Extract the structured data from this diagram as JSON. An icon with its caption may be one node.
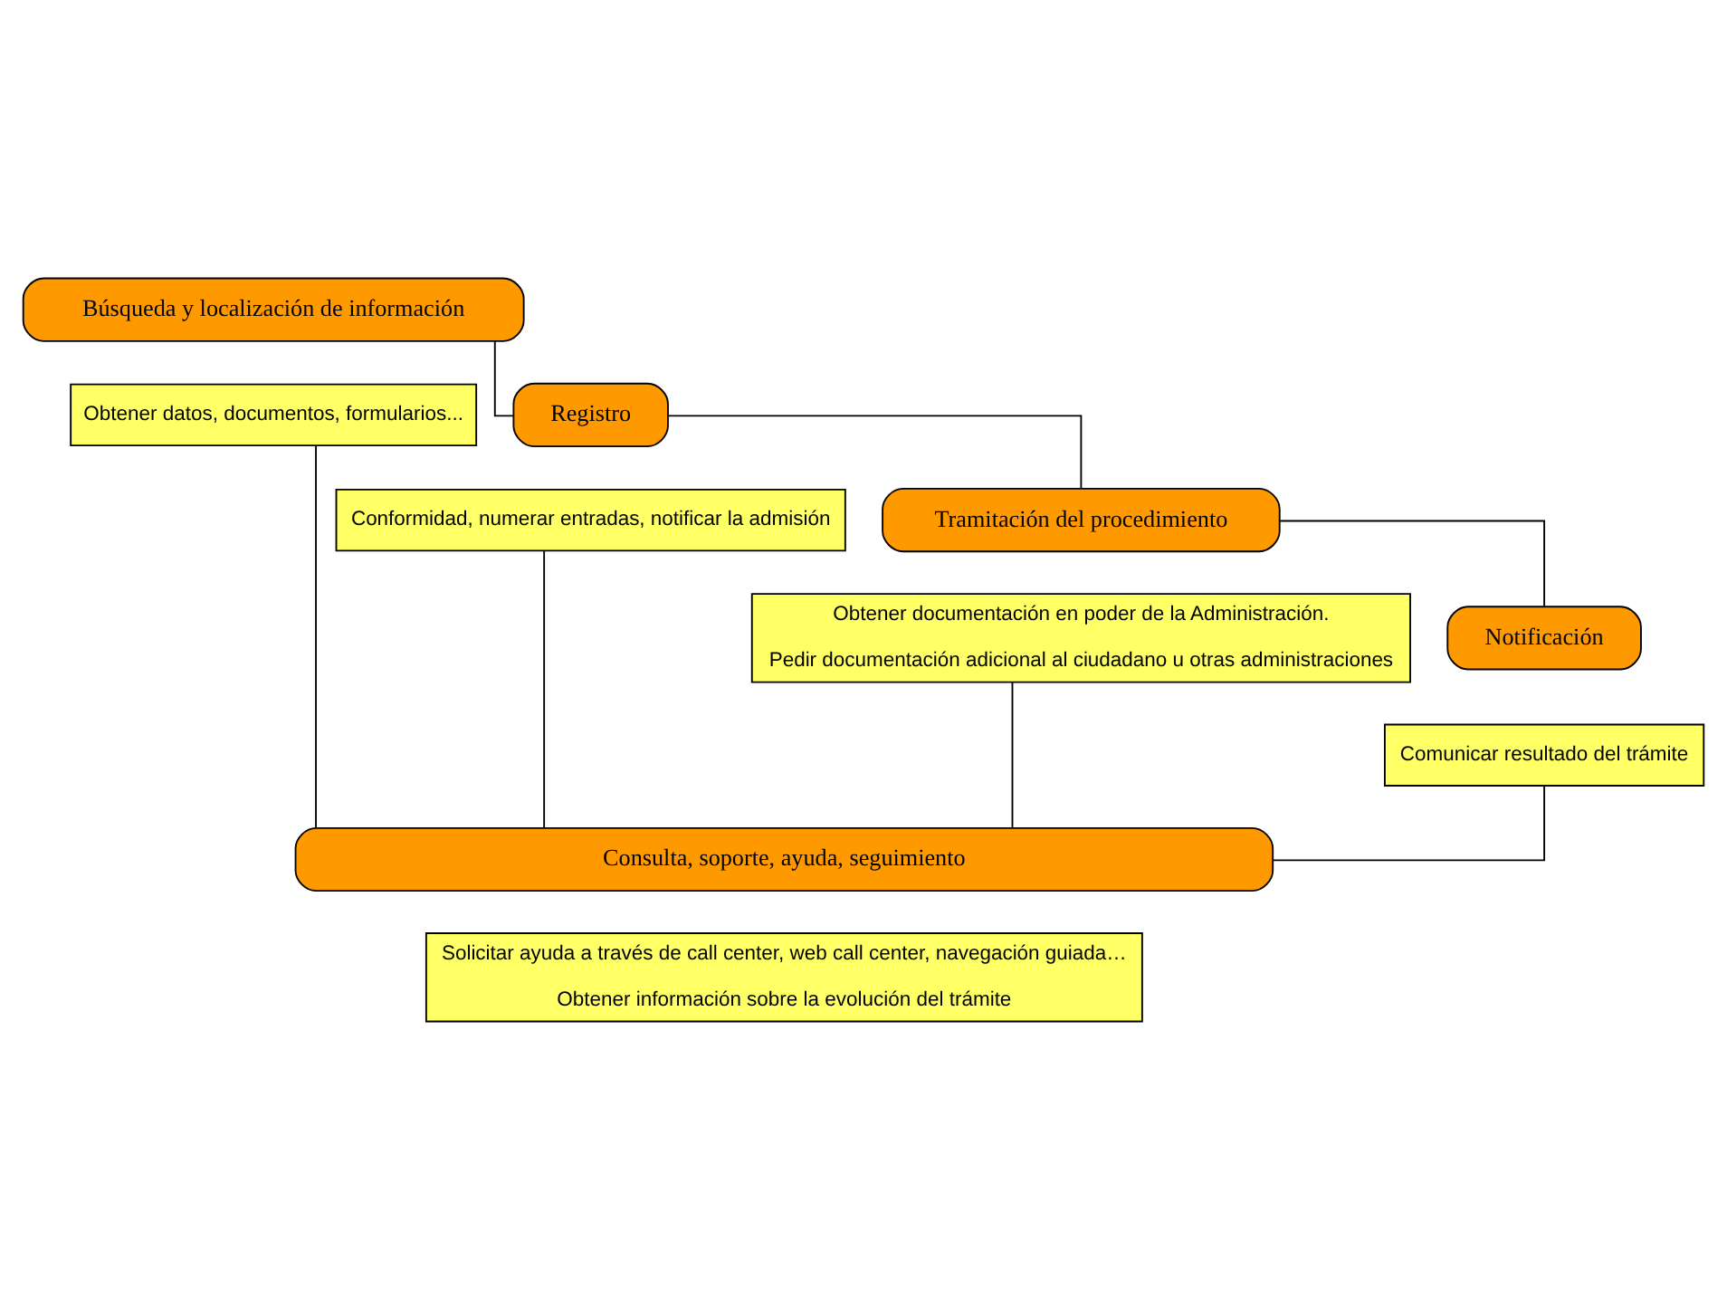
{
  "diagram": {
    "nodes": [
      {
        "text": [
          "Búsqueda y localización de información"
        ]
      },
      {
        "text": [
          "Obtener datos, documentos, formularios..."
        ]
      },
      {
        "text": [
          "Registro"
        ]
      },
      {
        "text": [
          "Conformidad, numerar entradas, notificar la admisión"
        ]
      },
      {
        "text": [
          "Tramitación del procedimiento"
        ]
      },
      {
        "text": [
          "Obtener documentación en poder de la Administración.",
          "Pedir documentación adicional al ciudadano u otras administraciones"
        ]
      },
      {
        "text": [
          "Notificación"
        ]
      },
      {
        "text": [
          "Comunicar resultado del trámite"
        ]
      },
      {
        "text": [
          "Consulta, soporte, ayuda, seguimiento"
        ]
      },
      {
        "text": [
          "Solicitar ayuda a través de call center, web call center, navegación guiada…",
          "Obtener información sobre la evolución del trámite"
        ]
      }
    ],
    "edges": [
      {
        "from": 0,
        "to": 2,
        "arrow": "none"
      },
      {
        "from": 2,
        "to": 4,
        "arrow": "none"
      },
      {
        "from": 4,
        "to": 6,
        "arrow": "none"
      },
      {
        "from": 1,
        "to": 8,
        "arrow": "none"
      },
      {
        "from": 3,
        "to": 8,
        "arrow": "none"
      },
      {
        "from": 5,
        "to": 8,
        "arrow": "none"
      },
      {
        "from": 7,
        "to": 8,
        "arrow": "none"
      }
    ]
  }
}
